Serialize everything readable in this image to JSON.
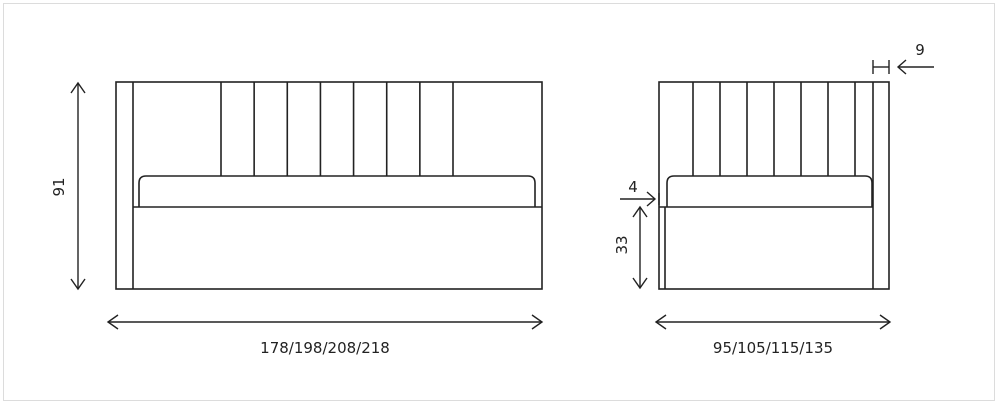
{
  "front_view": {
    "height_label": "91",
    "width_label": "178/198/208/218",
    "panel_count": 7
  },
  "side_view": {
    "depth_label": "95/105/115/135",
    "seat_height_label": "33",
    "mattress_offset_label": "4",
    "board_thickness_label": "9",
    "panel_count": 6
  },
  "colors": {
    "line": "#222222",
    "background": "#ffffff",
    "frame_border": "#dcdcdc"
  }
}
